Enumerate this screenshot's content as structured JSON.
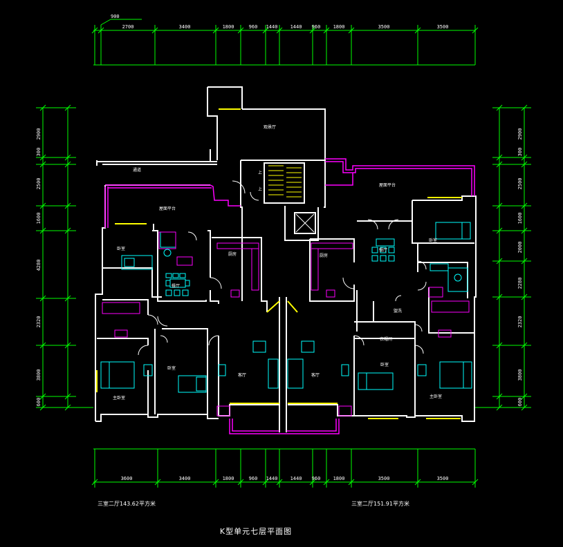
{
  "colors": {
    "background": "#000000",
    "wall": "#ffffff",
    "dimension": "#00ff00",
    "furniture": "#00ffff",
    "balcony": "#ff00ff",
    "window": "#ffff00",
    "text": "#ffffff"
  },
  "dimensions": {
    "top_offset": "900",
    "top": [
      "2700",
      "3400",
      "1800",
      "960",
      "1440",
      "1440",
      "960",
      "1800",
      "3500",
      "3500"
    ],
    "bottom": [
      "3600",
      "3400",
      "1800",
      "960",
      "1440",
      "1440",
      "960",
      "1800",
      "3500",
      "3500"
    ],
    "left": [
      "2900",
      "300",
      "2500",
      "1600",
      "4280",
      "2320",
      "3800",
      "600"
    ],
    "right": [
      "2900",
      "300",
      "2500",
      "1600",
      "2000",
      "2280",
      "2320",
      "3800",
      "600"
    ]
  },
  "rooms": {
    "lounge": "观景厅",
    "corridor": "通道",
    "roof_platform_left": "屋面平台",
    "roof_platform_right": "屋面平台",
    "stair_up_1": "上",
    "stair_up_2": "上",
    "bedroom_left_upper": "卧室",
    "dining_left": "餐厅",
    "kitchen_left": "厨房",
    "master_bedroom_left": "主卧室",
    "bedroom_left_lower": "卧室",
    "living_left": "客厅",
    "living_right": "客厅",
    "kitchen_right": "厨房",
    "dining_right": "餐厅",
    "bedroom_right_upper": "卧室",
    "bathroom_right": "盥洗",
    "storage_right": "衣帽间",
    "bedroom_right_lower": "卧室",
    "master_bedroom_right": "主卧室"
  },
  "notes": {
    "left_area": "三室二厅143.62平方米",
    "right_area": "三室二厅151.91平方米",
    "title": "K型单元七层平面图"
  }
}
